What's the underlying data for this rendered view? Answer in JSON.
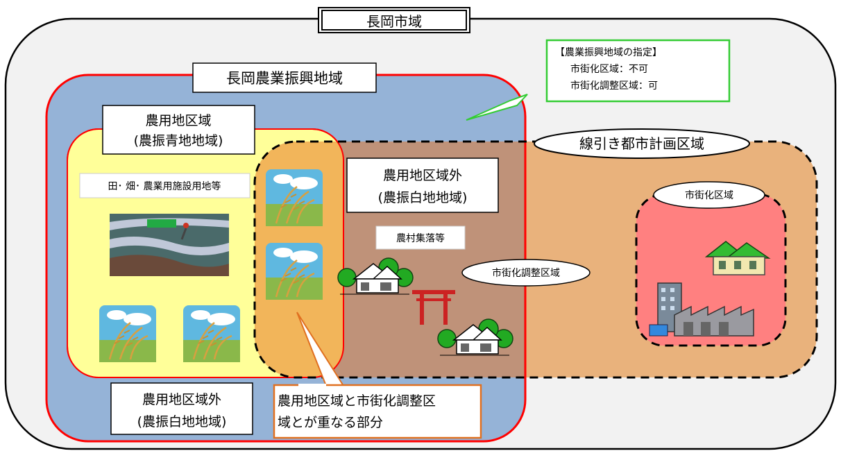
{
  "city_title": "長岡市域",
  "promotion_area_label": "長岡農業振興地域",
  "designation_callout": {
    "heading": "【農業振興地域の指定】",
    "lines": [
      "市街化区域：不可",
      "市街化調整区域：可"
    ]
  },
  "agri_land_area": {
    "line1": "農用地区域",
    "line2": "(農振青地地域)",
    "uses_label": "田･ 畑･ 農業用施設用地等"
  },
  "outside_agri_land_top": {
    "line1": "農用地区域外",
    "line2": "(農振白地地域)",
    "village_label": "農村集落等"
  },
  "outside_agri_land_bottom": {
    "line1": "農用地区域外",
    "line2": "(農振白地地域)"
  },
  "planning_area_label": "線引き都市計画区域",
  "urbanization_control_label": "市街化調整区域",
  "urbanization_area_label": "市街化区域",
  "overlap_callout": {
    "line1": "農用地区域と市街化調整区",
    "line2": "域とが重なる部分"
  },
  "colors": {
    "city_bg": "#f2f2f2",
    "promotion_fill": "#95b3d7",
    "promotion_border": "#ff0000",
    "agri_fill": "#ffff99",
    "planning_fill": "#e9b27c",
    "overlap_fill": "#f2b55a",
    "white_area_fill": "#bf9279",
    "urban_fill": "#ff8080",
    "callout_green": "#33cc33",
    "callout_orange": "#e07020"
  }
}
